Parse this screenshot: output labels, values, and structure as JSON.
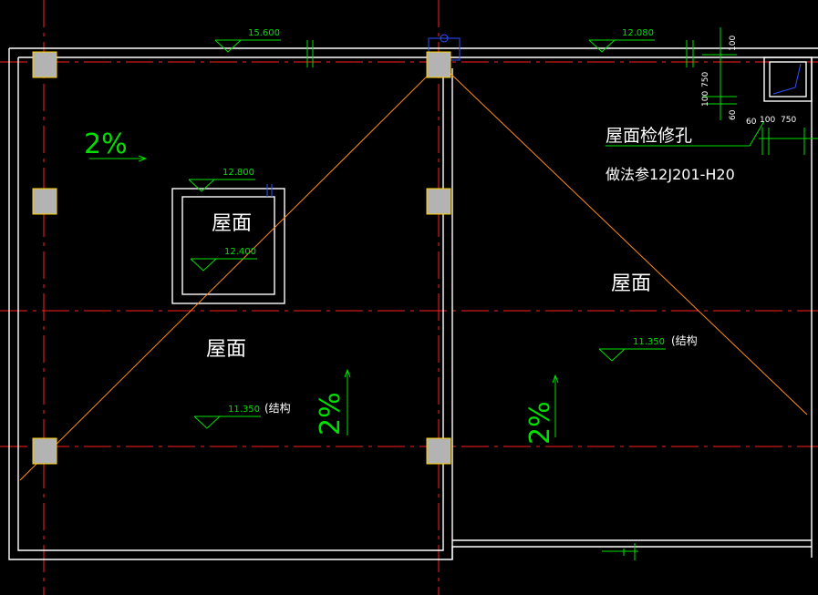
{
  "palette": {
    "background": "#000000",
    "axis": "#ff2020",
    "wall": "#ffffff",
    "ridge": "#ff8c1a",
    "annotation": "#00e000",
    "dimension": "#00e000",
    "text": "#ffffff",
    "column_fill": "#b3b3b3",
    "column_stroke": "#ffd000",
    "hatch_blue": "#3050ff"
  },
  "elevations": {
    "top_left": "15.600",
    "top_right": "12.080",
    "small_box_top": "12.800",
    "small_box_inner": "12.400",
    "left_roof": "11.350",
    "right_roof": "11.350"
  },
  "labels": {
    "structure_left": "(结构",
    "structure_right": "(结构",
    "roof_small": "屋面",
    "roof_left": "屋面",
    "roof_right": "屋面",
    "hatch_title": "屋面检修孔",
    "hatch_ref": "做法参12J201-H20"
  },
  "slopes": {
    "top_left": "2%",
    "center_left": "2%",
    "center_right": "2%"
  },
  "dimensions": {
    "d100_top": "100",
    "d750_v": "750",
    "d100_v": "100",
    "d60_v": "60",
    "d60_h": "60",
    "d100_h": "100",
    "d750_h": "750"
  },
  "icons": {
    "elevation": "triangle-elevation-marker-icon",
    "slope": "slope-arrow-icon",
    "column": "column-square-icon"
  }
}
